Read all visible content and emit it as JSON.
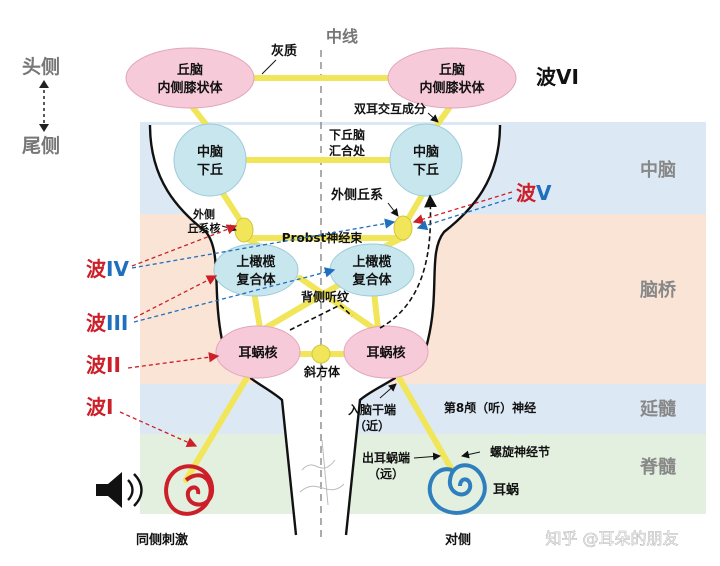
{
  "axis": {
    "rostral": "头侧",
    "caudal": "尾侧",
    "midline": "中线"
  },
  "regions": {
    "midbrain": "中脑",
    "pons": "脑桥",
    "medulla": "延髓",
    "spinal": "脊髓"
  },
  "waves": {
    "w6": "波VI",
    "w5_prefix": "波",
    "w5_numeral": "V",
    "w4_prefix": "波",
    "w4_numeral": "IV",
    "w3_prefix": "波",
    "w3_numeral": "III",
    "w2_prefix": "波",
    "w2_numeral": "II",
    "w1_prefix": "波",
    "w1_numeral": "I"
  },
  "nodes": {
    "mgb_left": [
      "丘脑",
      "内侧膝状体"
    ],
    "mgb_right": [
      "丘脑",
      "内侧膝状体"
    ],
    "ic_left": [
      "中脑",
      "下丘"
    ],
    "ic_right": [
      "中脑",
      "下丘"
    ],
    "soc_left": [
      "上橄榄",
      "复合体"
    ],
    "soc_right": [
      "上橄榄",
      "复合体"
    ],
    "cn_left": "耳蜗核",
    "cn_right": "耳蜗核"
  },
  "labels": {
    "gray_matter": "灰质",
    "binaural": "双耳交互成分",
    "ic_commissure": [
      "下丘脑",
      "汇合处"
    ],
    "lateral_lemniscus": "外侧丘系",
    "nll": [
      "外侧",
      "丘系核"
    ],
    "probst": "Probst神经束",
    "dorsal_striae": "背侧听纹",
    "trapezoid": "斜方体",
    "entry_end": [
      "入脑干端",
      "（近）"
    ],
    "nerve8": "第8颅（听）神经",
    "exit_cochlea": [
      "出耳蜗端",
      "（远）"
    ],
    "spiral_ganglion": "螺旋神经节",
    "cochlea": "耳蜗",
    "ipsilateral": "同侧刺激",
    "contralateral": "对侧",
    "watermark": "知乎 @耳朵的朋友"
  },
  "colors": {
    "red": "#cc1f2a",
    "blue": "#1f6fbf",
    "node_blue": "#c7e6ee",
    "node_pink": "#f6cad9",
    "yellow": "#f1e65a",
    "band_blue": "#dce9f5",
    "band_peach": "#f9e4d6",
    "band_green": "#e4f0df"
  }
}
